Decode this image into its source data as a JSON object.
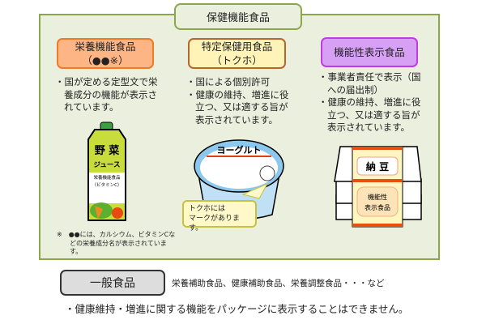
{
  "header": {
    "title": "保健機能食品"
  },
  "categories": [
    {
      "title": "栄養機能食品",
      "subtitle": "（●●※）",
      "bullets": [
        "・国が定める定型文で栄養成分の機能が表示されています。"
      ]
    },
    {
      "title": "特定保健用食品",
      "subtitle": "（トクホ）",
      "bullets": [
        "・国による個別許可",
        "・健康の維持、増進に役立つ、又は適する旨が表示されています。"
      ]
    },
    {
      "title": "機能性表示食品",
      "bullets": [
        "・事業者責任で表示（国への届出制）",
        "・健康の維持、増進に役立つ、又は適する旨が表示されています。"
      ]
    }
  ],
  "footnote": "※　●●には、カルシウム、ビタミンCなどの栄養成分名が表示されています。",
  "juice": {
    "line1": "野 菜",
    "line2": "ジュース",
    "label1": "栄養機能食品",
    "label2": "（ビタミンC）"
  },
  "yogurt": {
    "label": "ヨーグルト",
    "bubble_line1": "トクホには",
    "bubble_line2": "マークがあります。"
  },
  "natto": {
    "label": "納 豆",
    "band1": "機能性",
    "band2": "表示食品"
  },
  "general": {
    "label": "一般食品",
    "examples": "栄養補助食品、健康補助食品、栄養調整食品・・・など",
    "note": "・健康維持・増進に関する機能をパッケージに表示することはできません。"
  },
  "colors": {
    "border": "#8ca64a",
    "bg": "#ebefde",
    "orange": "#fdb585",
    "yellow": "#fff3b8",
    "purple": "#d7a0f5"
  }
}
